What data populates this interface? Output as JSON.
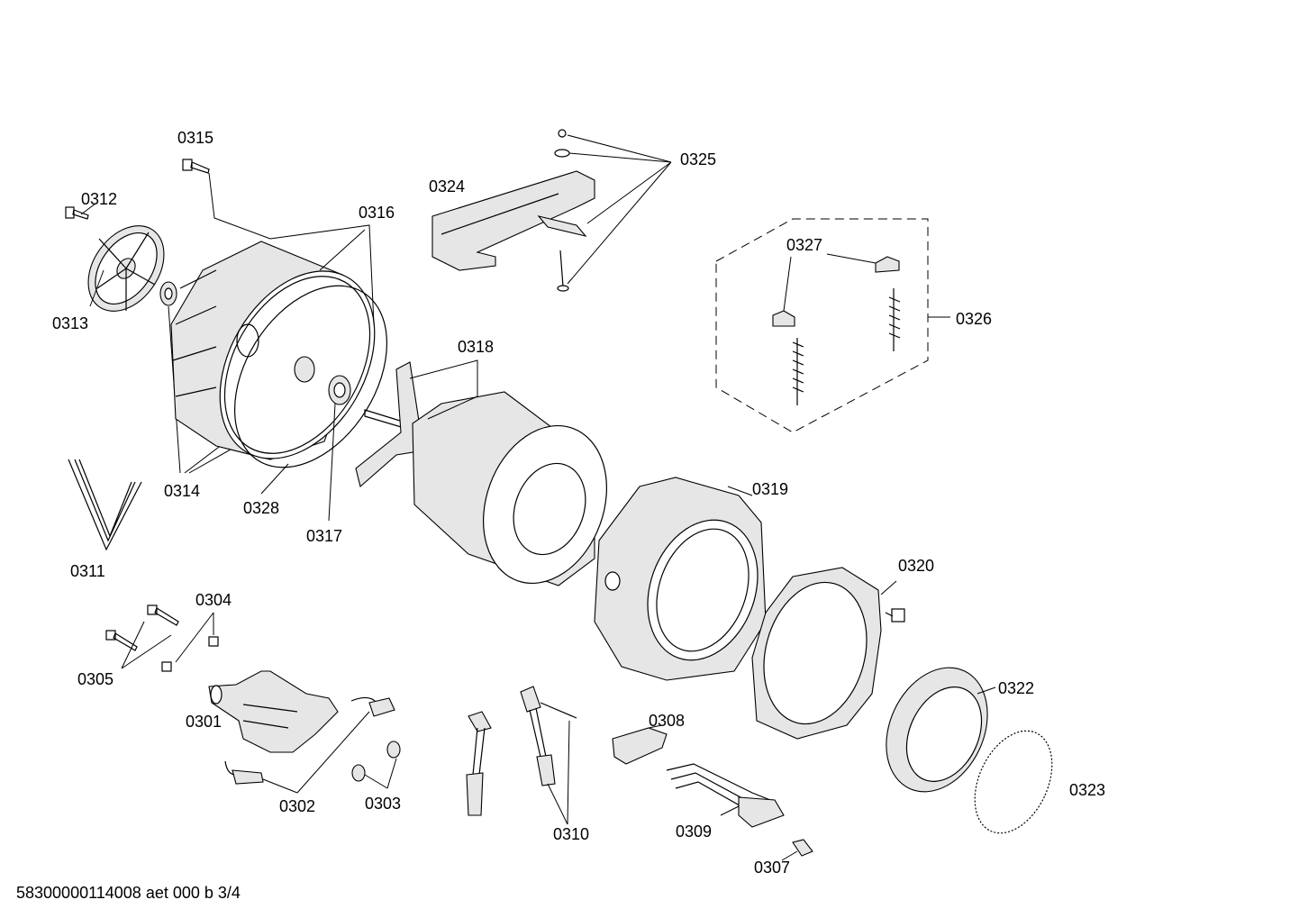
{
  "parts": [
    {
      "id": "0301"
    },
    {
      "id": "0302"
    },
    {
      "id": "0303"
    },
    {
      "id": "0304"
    },
    {
      "id": "0305"
    },
    {
      "id": "0307"
    },
    {
      "id": "0308"
    },
    {
      "id": "0309"
    },
    {
      "id": "0310"
    },
    {
      "id": "0311"
    },
    {
      "id": "0312"
    },
    {
      "id": "0313"
    },
    {
      "id": "0314"
    },
    {
      "id": "0315"
    },
    {
      "id": "0316"
    },
    {
      "id": "0317"
    },
    {
      "id": "0318"
    },
    {
      "id": "0319"
    },
    {
      "id": "0320"
    },
    {
      "id": "0322"
    },
    {
      "id": "0323"
    },
    {
      "id": "0324"
    },
    {
      "id": "0325"
    },
    {
      "id": "0326"
    },
    {
      "id": "0327"
    },
    {
      "id": "0328"
    }
  ],
  "footer": "58300000114008 aet 000 b 3/4"
}
